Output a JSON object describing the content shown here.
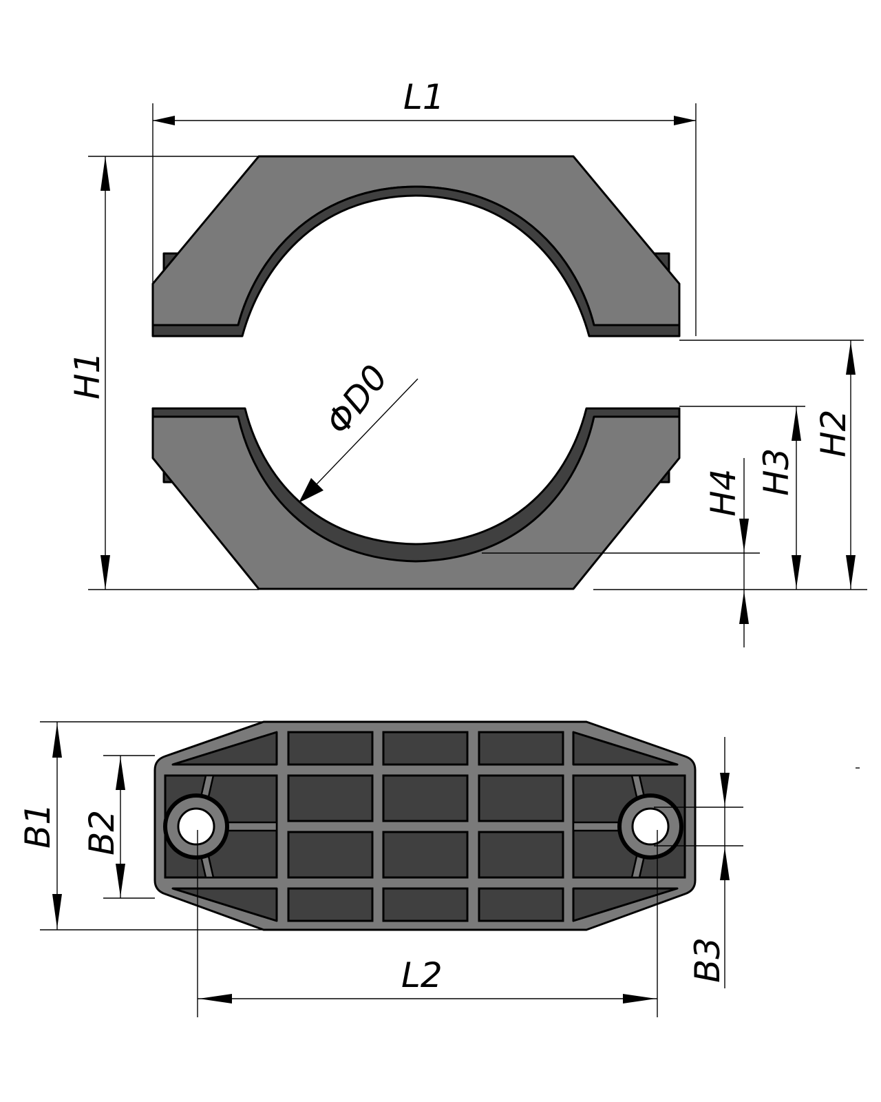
{
  "drawing": {
    "title": "Pipe clamp half-shell assembly — dimension drawing",
    "colors": {
      "body": "#7a7a7a",
      "liner": "#404040",
      "outline": "#000000",
      "background": "#ffffff"
    },
    "front_view": {
      "dimensions": {
        "L1": "L1",
        "H1": "H1",
        "H2": "H2",
        "H3": "H3",
        "H4": "H4",
        "D0": "ΦD0"
      }
    },
    "bottom_view": {
      "dimensions": {
        "L2": "L2",
        "B1": "B1",
        "B2": "B2",
        "B3": "B3"
      }
    }
  }
}
